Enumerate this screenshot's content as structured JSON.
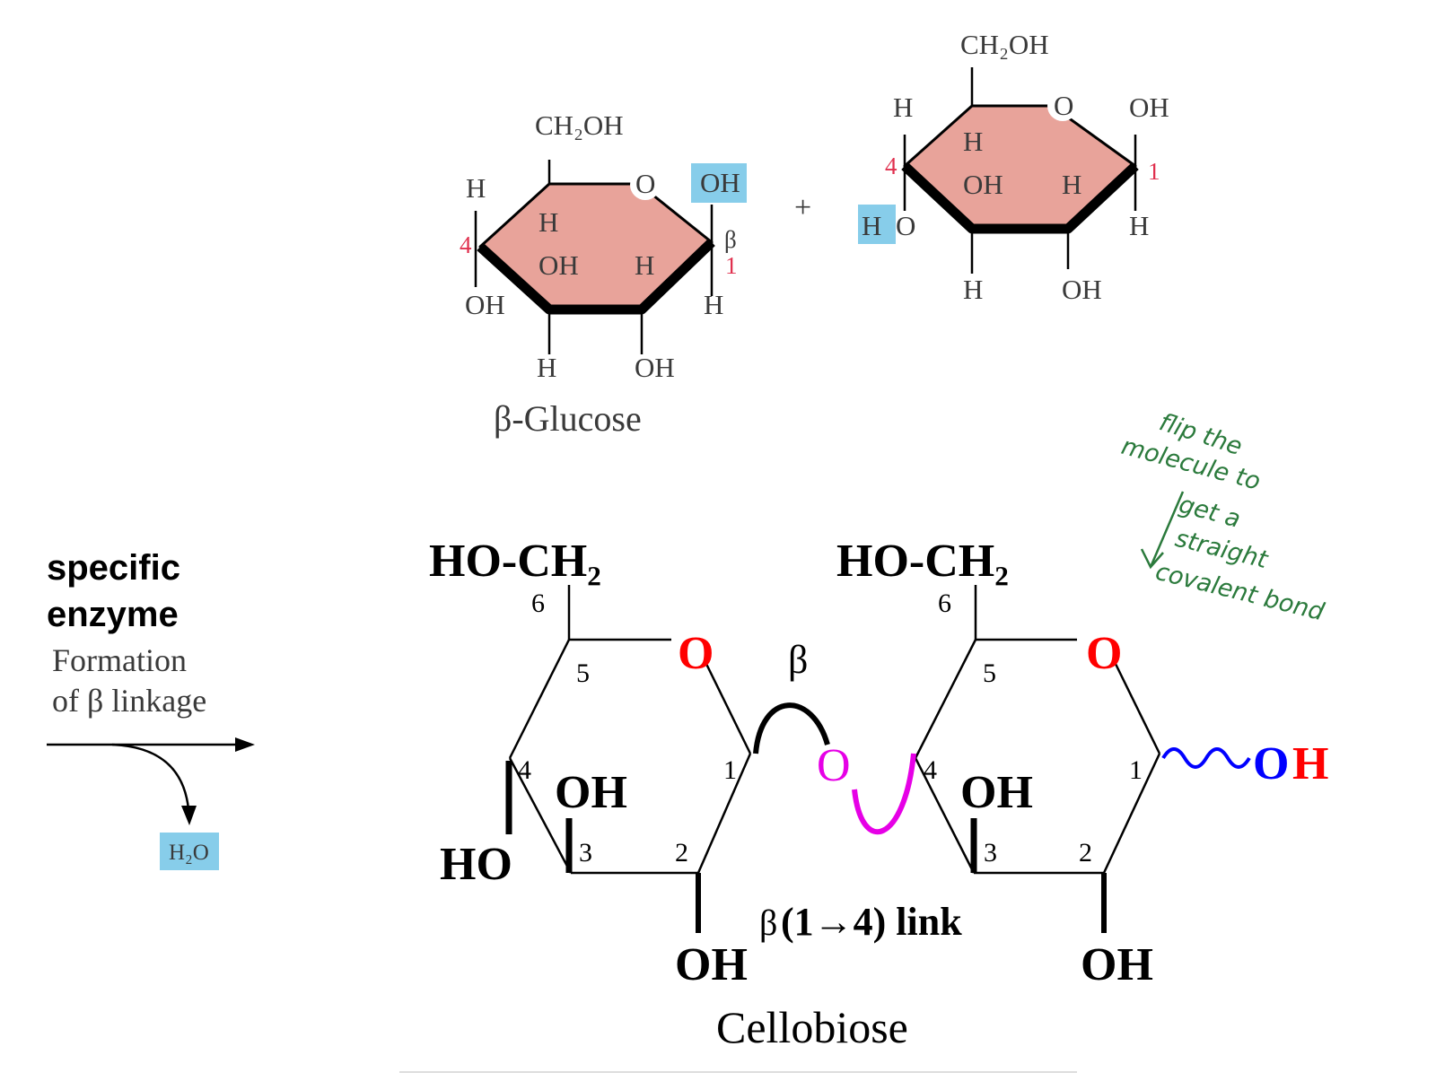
{
  "reaction": {
    "plus": "+",
    "enzyme_line1": "specific",
    "enzyme_line2": "enzyme",
    "formation_line1": "Formation",
    "formation_line2": "of β linkage",
    "byproduct": "H₂O"
  },
  "glucose_left": {
    "caption": "β-Glucose",
    "ch2oh": "CH₂OH",
    "ring_o": "O",
    "c1_oh": "OH",
    "c1_h": "H",
    "beta": "β",
    "c1_num": "1",
    "c4_num": "4",
    "c4_h": "H",
    "c4_oh": "OH",
    "c5_h": "H",
    "c3_oh": "OH",
    "c2_h": "H",
    "c3_h": "H",
    "c2_oh": "OH"
  },
  "glucose_right": {
    "ch2oh": "CH₂OH",
    "ring_o": "O",
    "c1_oh": "OH",
    "c1_h": "H",
    "c1_num": "1",
    "c4_num": "4",
    "c4_h": "H",
    "c4_ho_h": "H",
    "c4_ho_o": "O",
    "c5_h": "H",
    "c3_oh": "OH",
    "c2_h": "H",
    "c3_h": "H",
    "c2_oh": "OH"
  },
  "cellobiose": {
    "caption": "Cellobiose",
    "left_ch2": "HO-CH₂",
    "right_ch2": "HO-CH₂",
    "ring_o_left": "O",
    "ring_o_right": "O",
    "bridge_o": "O",
    "beta_label": "β",
    "link_beta": "β",
    "link_text": "(1→4) link",
    "left_ho": "HO",
    "left_c4_oh": "OH",
    "left_c2_oh": "OH",
    "right_c4_oh": "OH",
    "right_c2_oh": "OH",
    "end_o": "O",
    "end_h": "H",
    "left_nums": [
      "6",
      "5",
      "4",
      "3",
      "2",
      "1"
    ],
    "right_nums": [
      "6",
      "5",
      "4",
      "3",
      "2",
      "1"
    ]
  },
  "annotation": {
    "lines": [
      "flip the",
      "molecule to",
      "get a",
      "straight",
      "covalent bond"
    ]
  },
  "colors": {
    "ring_fill": "#e8a39a",
    "highlight": "#87cdea",
    "red_number": "#e0304e",
    "oxygen_red": "#ff0000",
    "magenta": "#e600e6",
    "blue": "#0000ff",
    "handwriting": "#2b7a3c"
  }
}
